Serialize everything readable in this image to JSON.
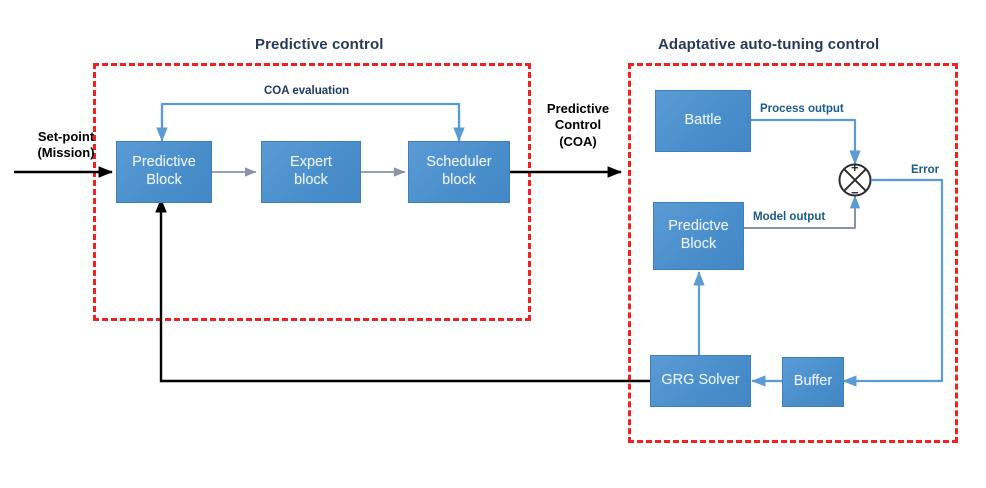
{
  "diagram": {
    "title_left": "Predictive control",
    "title_right": "Adaptative auto-tuning control",
    "colors": {
      "block_fill": "#4a8fcc",
      "region_border": "#f41f1f",
      "blue_wire": "#5b9bd5",
      "gray_wire": "#808b9a",
      "black_wire": "#000000",
      "title_text": "#283a58",
      "label_blue": "#1a5b8f"
    },
    "regions": [
      {
        "name": "predictive-control",
        "label": "Predictive control"
      },
      {
        "name": "adaptative-auto-tuning-control",
        "label": "Adaptative auto-tuning control"
      }
    ],
    "blocks": [
      {
        "id": "predictive-block",
        "label": "Predictive\nBlock"
      },
      {
        "id": "expert-block",
        "label": "Expert\nblock"
      },
      {
        "id": "scheduler-block",
        "label": "Scheduler\nblock"
      },
      {
        "id": "battle-block",
        "label": "Battle"
      },
      {
        "id": "predictve-block-right",
        "label": "Predictve\nBlock"
      },
      {
        "id": "grg-solver-block",
        "label": "GRG  Solver"
      },
      {
        "id": "buffer-block",
        "label": "Buffer"
      }
    ],
    "signals": [
      {
        "id": "set-point",
        "label": "Set-point\n(Mission)"
      },
      {
        "id": "coa-evaluation",
        "label": "COA evaluation"
      },
      {
        "id": "predictive-coa",
        "label": "Predictive\nControl\n(COA)"
      },
      {
        "id": "process-output",
        "label": "Process output"
      },
      {
        "id": "model-output",
        "label": "Model output"
      },
      {
        "id": "error",
        "label": "Error"
      }
    ],
    "summing_junction": {
      "plus": "+",
      "minus": "−"
    }
  }
}
